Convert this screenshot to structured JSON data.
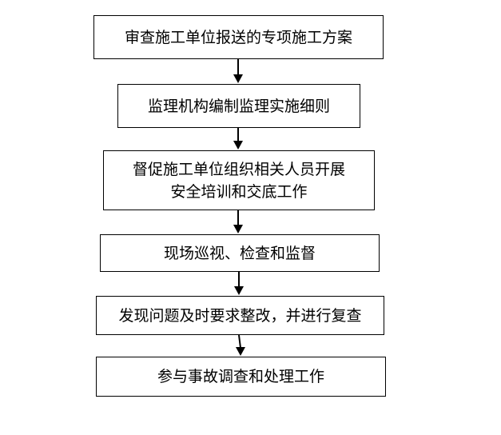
{
  "steps": [
    {
      "lines": [
        "审查施工单位报送的专项施工方案"
      ]
    },
    {
      "lines": [
        "监理机构编制监理实施细则"
      ]
    },
    {
      "lines": [
        "督促施工单位组织相关人员开展",
        "安全培训和交底工作"
      ]
    },
    {
      "lines": [
        "现场巡视、检查和监督"
      ]
    },
    {
      "lines": [
        "发现问题及时要求整改，并进行复查"
      ]
    },
    {
      "lines": [
        "参与事故调查和处理工作"
      ]
    }
  ]
}
